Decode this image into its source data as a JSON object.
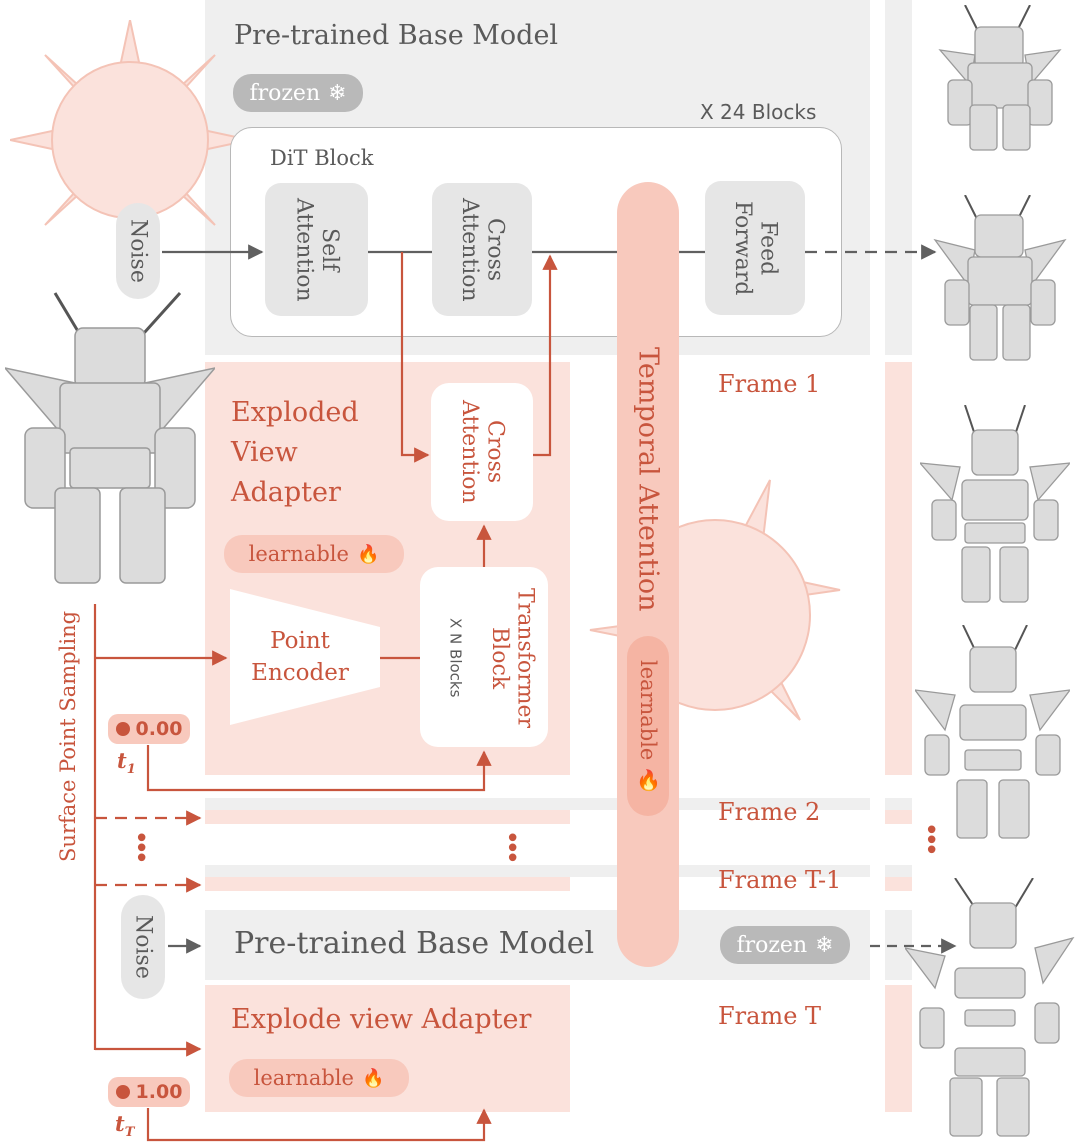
{
  "base_model": {
    "title": "Pre-trained Base Model",
    "frozen_label": "frozen",
    "blocks_count": "X 24 Blocks",
    "dit_block_label": "DiT Block",
    "noise": "Noise",
    "self_attention": "Self Attention",
    "cross_attention": "Cross Attention",
    "feed_forward": "Feed Forward"
  },
  "adapter": {
    "title": "Exploded View Adapter",
    "learnable_label": "learnable",
    "cross_attention": "Cross Attention",
    "transformer_block": "Transformer Block",
    "n_blocks": "X N Blocks",
    "point_encoder": "Point Encoder"
  },
  "temporal": {
    "title": "Temporal Attention",
    "learnable_label": "learnable"
  },
  "sampling_label": "Surface Point Sampling",
  "timesteps": [
    {
      "value": "0.00",
      "label": "t",
      "sub": "1"
    },
    {
      "value": "1.00",
      "label": "t",
      "sub": "T"
    }
  ],
  "frames": [
    "Frame 1",
    "Frame 2",
    "Frame T-1",
    "Frame T"
  ],
  "bottom": {
    "noise": "Noise",
    "base_model": "Pre-trained Base Model",
    "frozen_label": "frozen",
    "adapter": "Explode view Adapter",
    "learnable_label": "learnable"
  },
  "colors": {
    "accent_red": "#c8553d",
    "pink_panel": "#fbe2dc",
    "gray_panel": "#efefef"
  }
}
